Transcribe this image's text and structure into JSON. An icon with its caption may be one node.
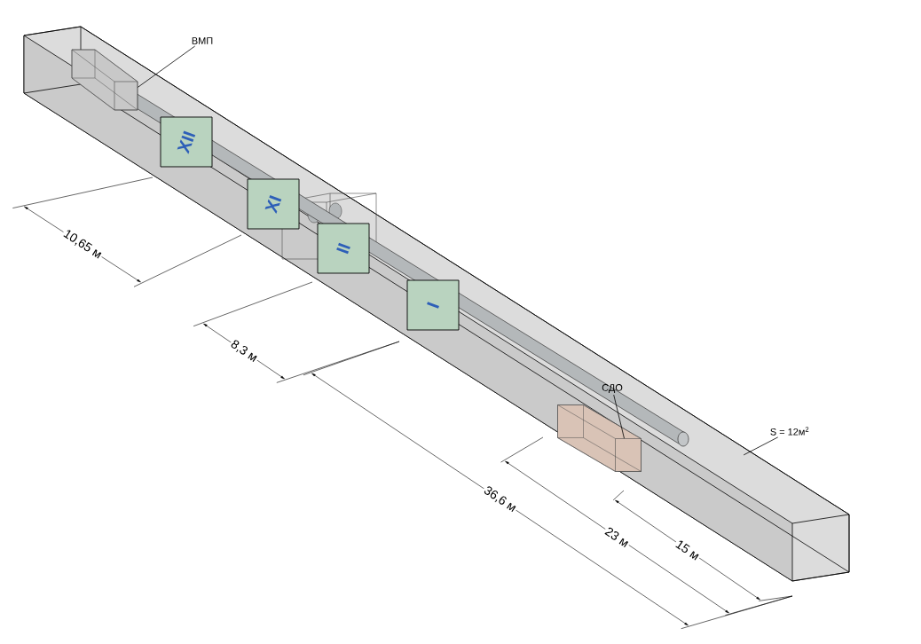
{
  "diagram": {
    "nodes": [
      {
        "text": [],
        "shape": "box"
      },
      {
        "text": [
          "ВМП"
        ]
      },
      {
        "text": [],
        "shape": "box",
        "in": 0
      },
      {
        "text": [
          "XII"
        ],
        "in": 0
      },
      {
        "text": [
          "XI"
        ],
        "in": 0
      },
      {
        "text": [
          "II"
        ],
        "in": 0
      },
      {
        "text": [
          "I"
        ],
        "in": 0
      },
      {
        "text": [
          "СДО"
        ],
        "in": 0
      },
      {
        "text": [],
        "shape": "box",
        "in": 0
      },
      {
        "text": [
          "S = 12м$^{2}$"
        ]
      }
    ],
    "edges": [
      {
        "from": 1,
        "to": 2,
        "arrow": "none"
      },
      {
        "from": 7,
        "to": 8,
        "arrow": "none"
      },
      {
        "from": 9,
        "to": 0,
        "arrow": "none"
      }
    ],
    "labels": [
      "10,65 м",
      "8,3 м",
      "36,6 м",
      "23 м",
      "15 м"
    ]
  }
}
